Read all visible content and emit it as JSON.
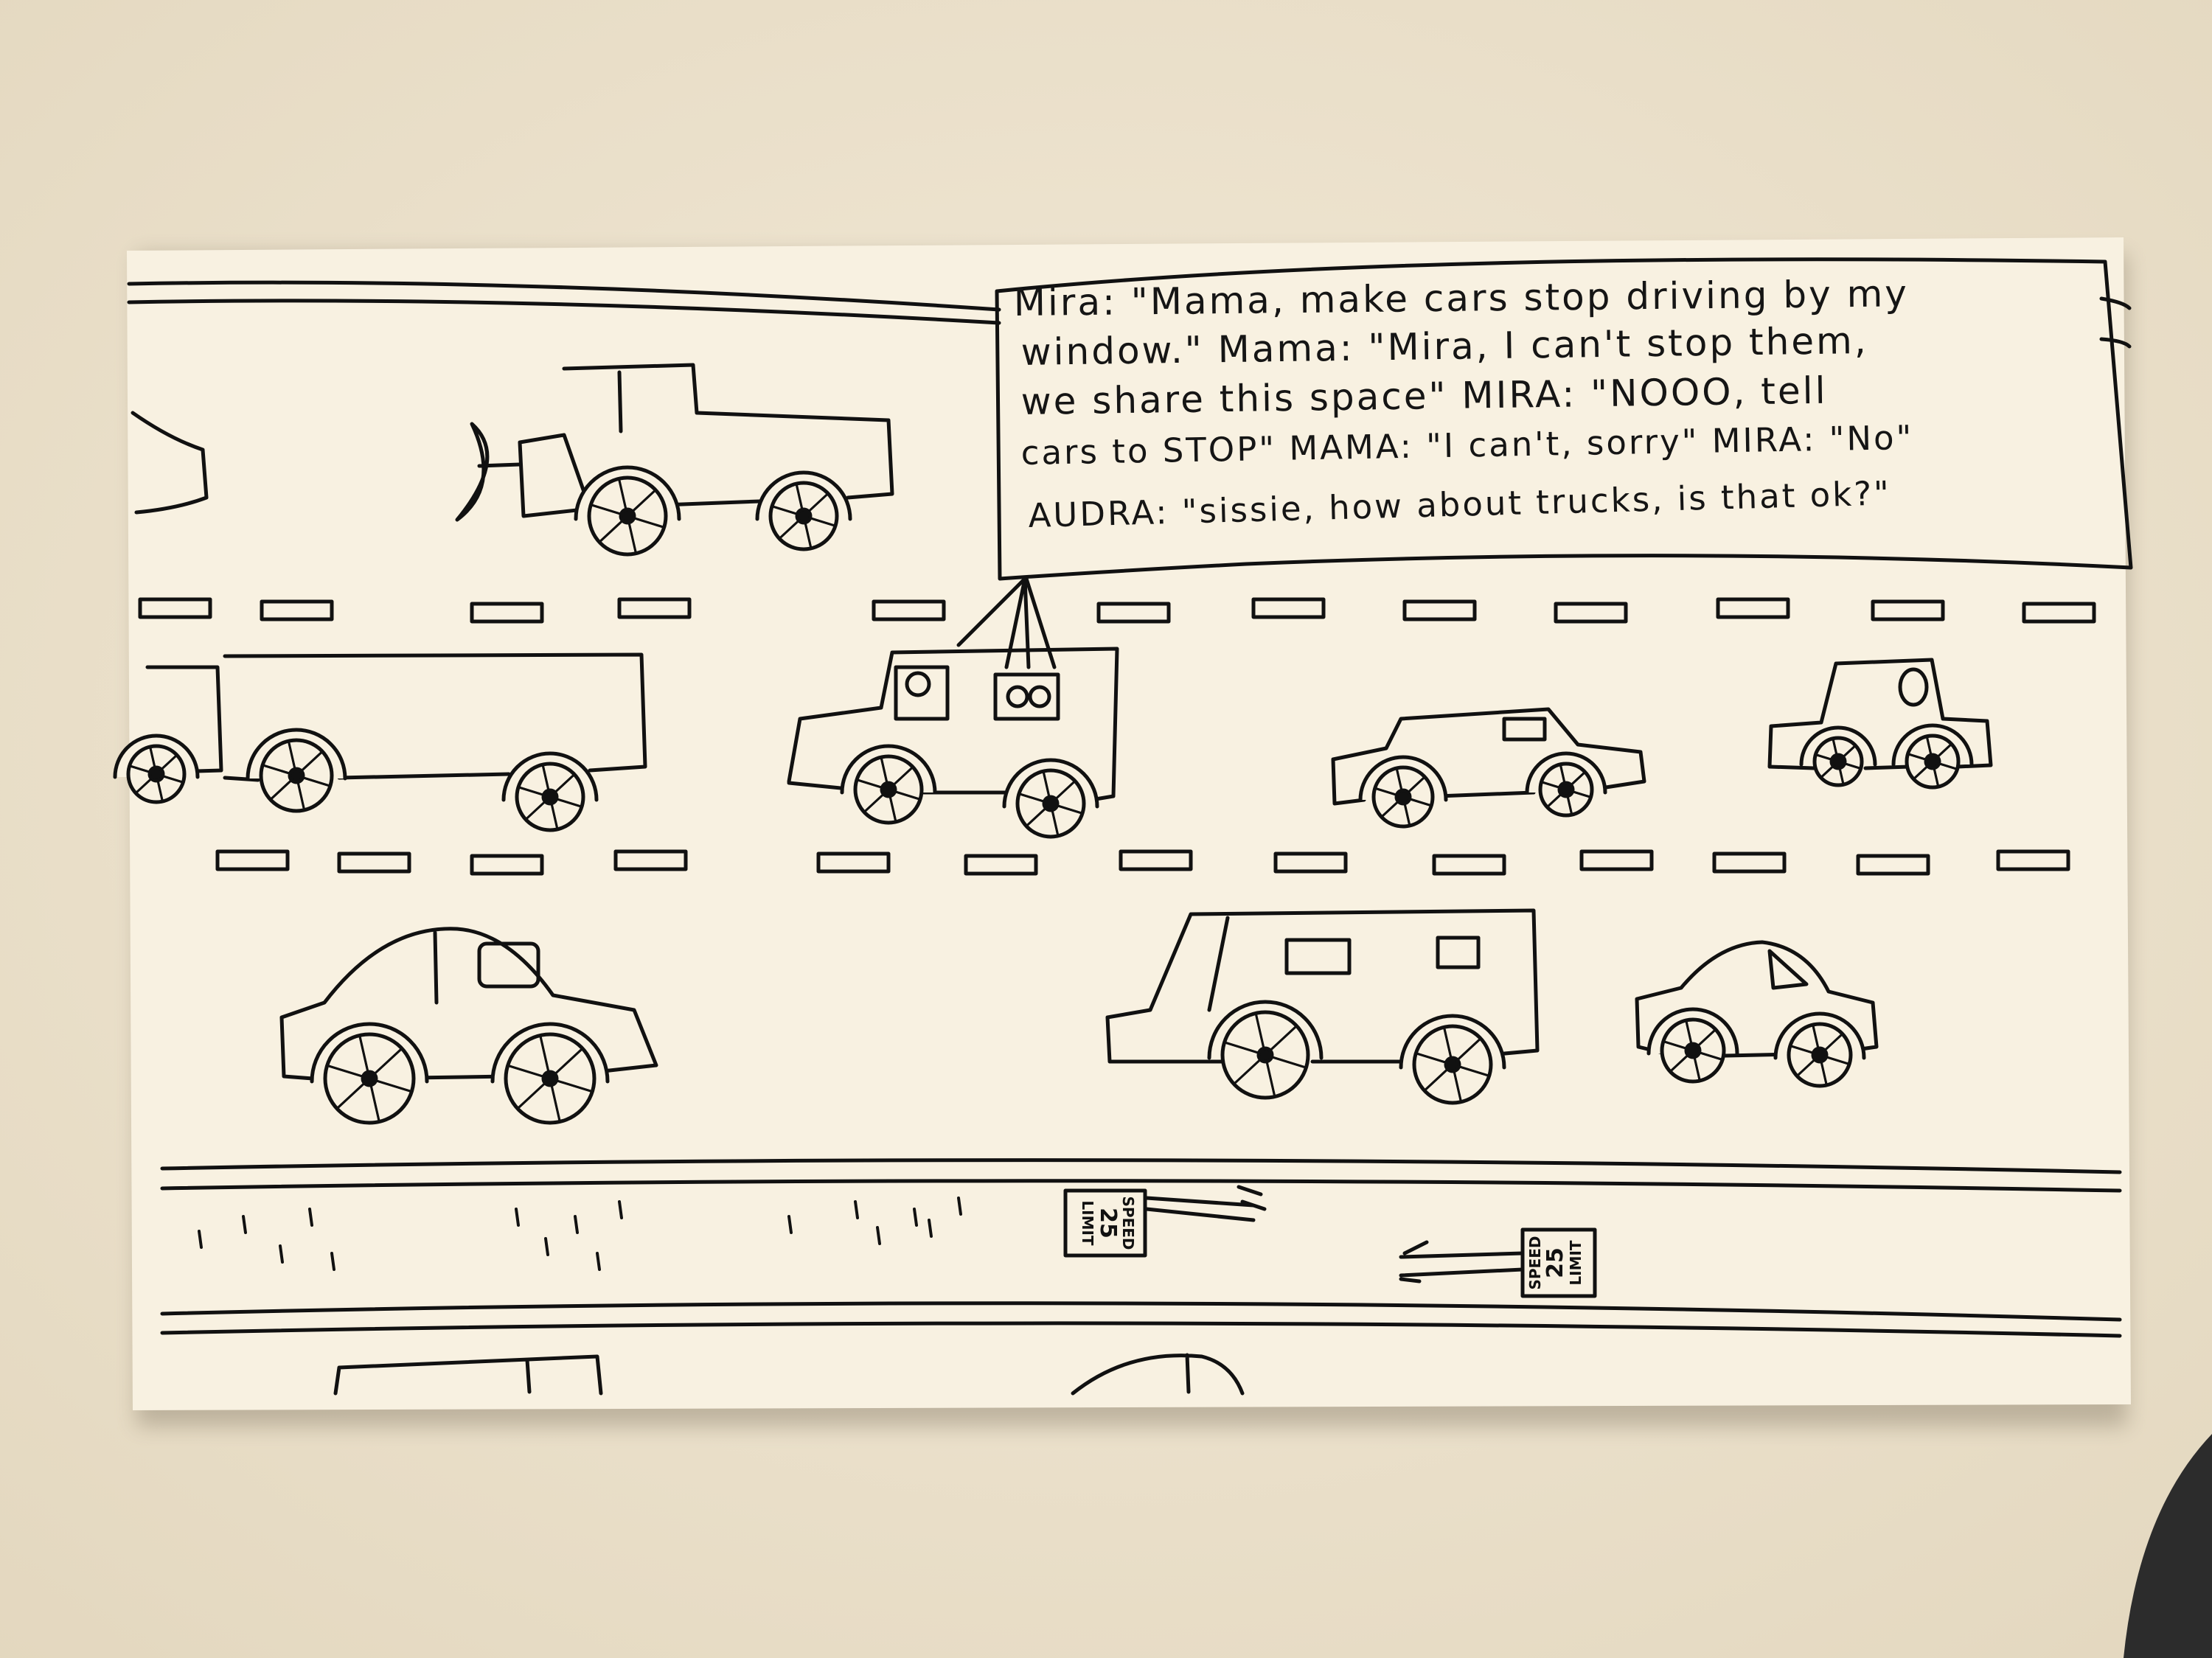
{
  "colors": {
    "wall": "#ece2ce",
    "card": "#f7f0e0",
    "ink": "#111111",
    "shadow": "#3a3a3a"
  },
  "bubble": {
    "lines": [
      "Mira: \"Mama, make cars stop driving by my",
      "window.\" Mama: \"Mira, I can't stop them,",
      "we share this space\"  MIRA: \"NOOO, tell",
      "cars to STOP\"  MAMA: \"I can't, sorry\"  MIRA: \"No\"",
      "AUDRA: \"sissie, how about trucks, is that ok?\""
    ]
  },
  "signs": [
    {
      "top": "SPEED",
      "number": "25",
      "bottom": "LIMIT"
    },
    {
      "top": "SPEED",
      "number": "25",
      "bottom": "LIMIT"
    }
  ]
}
